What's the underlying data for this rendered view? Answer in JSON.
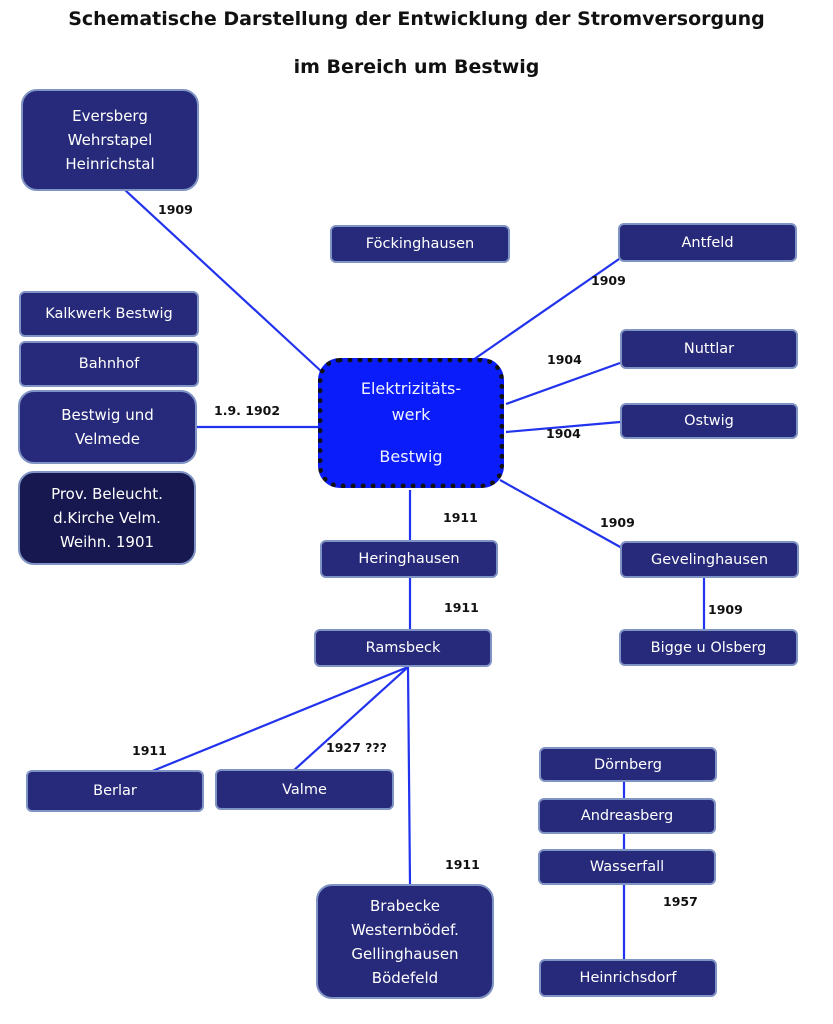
{
  "title": {
    "line1": "Schematische Darstellung der Entwicklung der Stromversorgung",
    "line2": "im Bereich um Bestwig"
  },
  "colors": {
    "node_fill": "#272a7a",
    "node_border": "#7f93c4",
    "center_fill": "#0b1cfa",
    "edge": "#2233ee"
  },
  "center": {
    "line1": "Elektrizitäts-",
    "line2": "werk",
    "line3": "Bestwig"
  },
  "nodes": {
    "eversberg": "Eversberg\nWehrstapel\nHeinrichstal",
    "foeckinghausen": "Föckinghausen",
    "antfeld": "Antfeld",
    "kalkwerk": "Kalkwerk Bestwig",
    "bahnhof": "Bahnhof",
    "bestwig_velmede": "Bestwig und\nVelmede",
    "prov_beleucht": "Prov. Beleucht.\nd.Kirche Velm.\nWeihn. 1901",
    "nuttlar": "Nuttlar",
    "ostwig": "Ostwig",
    "heringhausen": "Heringhausen",
    "gevelinghausen": "Gevelinghausen",
    "ramsbeck": "Ramsbeck",
    "bigge": "Bigge u Olsberg",
    "berlar": "Berlar",
    "valme": "Valme",
    "doernberg": "Dörnberg",
    "andreasberg": "Andreasberg",
    "wasserfall": "Wasserfall",
    "heinrichsdorf": "Heinrichsdorf",
    "brabecke": "Brabecke\nWesternbödef.\nGellinghausen\nBödefeld"
  },
  "edge_labels": {
    "eversberg": "1909",
    "antfeld": "1909",
    "bestwig_velmede": "1.9. 1902",
    "nuttlar": "1904",
    "ostwig": "1904",
    "heringhausen": "1911",
    "gevelinghausen": "1909",
    "ramsbeck": "1911",
    "bigge": "1909",
    "berlar": "1911",
    "valme": "1927 ???",
    "brabecke": "1911",
    "heinrichsdorf": "1957"
  }
}
